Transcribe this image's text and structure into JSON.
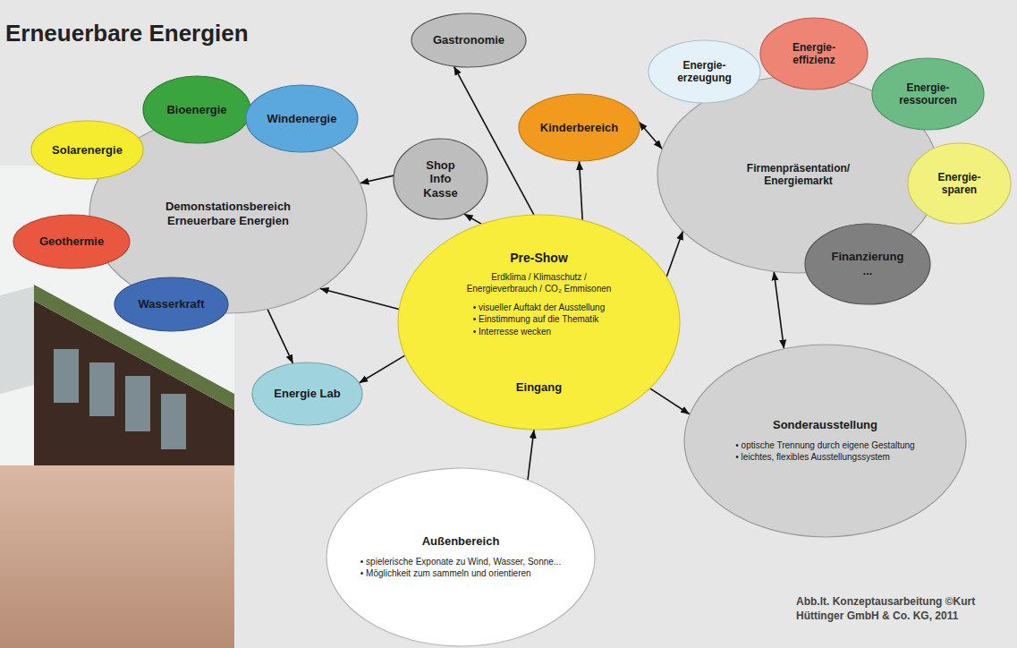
{
  "diagram": {
    "title": "Erneuerbare Energien",
    "caption": "Abb.lt. Konzeptausarbeitung ©Kurt Hüttinger GmbH & Co. KG, 2011",
    "nodes": [
      {
        "text": [
          "Gastronomie"
        ]
      },
      {
        "text": [
          "Bioenergie"
        ]
      },
      {
        "text": [
          "Windenergie"
        ]
      },
      {
        "text": [
          "Solarenergie"
        ]
      },
      {
        "text": [
          "Demonstationsbereich Erneuerbare Energien"
        ]
      },
      {
        "text": [
          "Geothermie"
        ]
      },
      {
        "text": [
          "Wasserkraft"
        ]
      },
      {
        "text": [
          "Shop Info Kasse"
        ]
      },
      {
        "text": [
          "Kinderbereich"
        ]
      },
      {
        "text": [
          "Energie- erzeugung"
        ]
      },
      {
        "text": [
          "Energie- effizienz"
        ]
      },
      {
        "text": [
          "Energie- ressourcen"
        ]
      },
      {
        "text": [
          "Firmenpräsentation/ Energiemarkt"
        ]
      },
      {
        "text": [
          "Energie- sparen"
        ]
      },
      {
        "text": [
          "Finanzierung ..."
        ]
      },
      {
        "text": [
          "Pre-Show",
          "Erdklima / Klimaschutz / Energieverbrauch / CO₂ Emmisonen",
          "• visueller Auftakt der Ausstellung",
          "• Einstimmung auf die Thematik",
          "• Interresse wecken",
          "Eingang"
        ]
      },
      {
        "text": [
          "Energie Lab"
        ]
      },
      {
        "text": [
          "Sonderausstellung",
          "• optische Trennung durch eigene Gestaltung",
          "• leichtes, flexibles Ausstellungssystem"
        ]
      },
      {
        "text": [
          "Außenbereich",
          "• spielerische Exponate zu Wind, Wasser, Sonne...",
          "• Möglichkeit zum sammeln und orientieren"
        ]
      }
    ],
    "edges": [
      {
        "from": 15,
        "to": 4,
        "arrow": "to"
      },
      {
        "from": 15,
        "to": 7,
        "arrow": "to"
      },
      {
        "from": 15,
        "to": 0,
        "arrow": "to"
      },
      {
        "from": 15,
        "to": 8,
        "arrow": "to"
      },
      {
        "from": 15,
        "to": 16,
        "arrow": "to"
      },
      {
        "from": 15,
        "to": 12,
        "arrow": "to"
      },
      {
        "from": 15,
        "to": 17,
        "arrow": "to"
      },
      {
        "from": 18,
        "to": 15,
        "arrow": "to"
      },
      {
        "from": 7,
        "to": 4,
        "arrow": "to"
      },
      {
        "from": 4,
        "to": 16,
        "arrow": "to"
      },
      {
        "from": 8,
        "to": 12,
        "arrow": "both"
      },
      {
        "from": 12,
        "to": 17,
        "arrow": "both"
      }
    ]
  }
}
